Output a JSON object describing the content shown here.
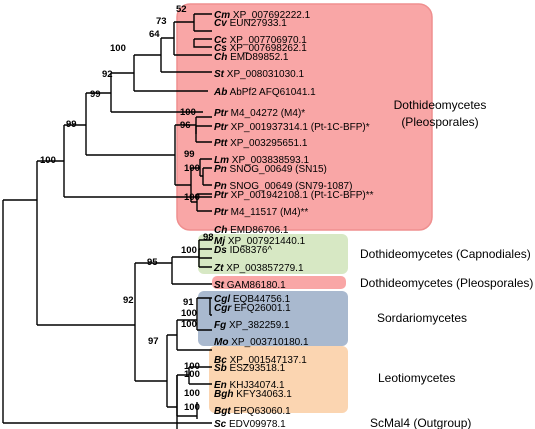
{
  "colors": {
    "pleosporales": "#f9a6a6",
    "pleosporales_border": "#ef8f8f",
    "capnodiales": "#d7e8c4",
    "sordariomycetes": "#a9b9cf",
    "leotiomycetes": "#fbd5b1"
  },
  "leaves": [
    {
      "genus": "Cm",
      "acc": "XP_007692222.1"
    },
    {
      "genus": "Cv",
      "acc": "EUN27933.1"
    },
    {
      "genus": "Cc",
      "acc": "XP_007706970.1"
    },
    {
      "genus": "Cs",
      "acc": "XP_007698262.1"
    },
    {
      "genus": "Ch",
      "acc": "EMD89852.1"
    },
    {
      "genus": "St",
      "acc": "XP_008031030.1"
    },
    {
      "genus": "Ab",
      "acc": "AbPf2 AFQ61041.1"
    },
    {
      "genus": "Ptr",
      "acc": "M4_04272 (M4)*"
    },
    {
      "genus": "Ptr",
      "acc": "XP_001937314.1 (Pt-1C-BFP)*"
    },
    {
      "genus": "Ptt",
      "acc": "XP_003295651.1"
    },
    {
      "genus": "Lm",
      "acc": "XP_003838593.1"
    },
    {
      "genus": "Pn",
      "acc": "SNOG_00649 (SN15)"
    },
    {
      "genus": "Pn",
      "acc": "SNOG_00649 (SN79-1087)"
    },
    {
      "genus": "Ptr",
      "acc": "XP_001942108.1 (Pt-1C-BFP)**"
    },
    {
      "genus": "Ptr",
      "acc": "M4_11517 (M4)**"
    },
    {
      "genus": "Ch",
      "acc": "EMD86706.1"
    },
    {
      "genus": "Mj",
      "acc": "XP_007921440.1"
    },
    {
      "genus": "Ds",
      "acc": "ID68376^"
    },
    {
      "genus": "Zt",
      "acc": "XP_003857279.1"
    },
    {
      "genus": "St",
      "acc": "GAM86180.1"
    },
    {
      "genus": "Cgl",
      "acc": "EQB44756.1"
    },
    {
      "genus": "Cgr",
      "acc": "EFQ26001.1"
    },
    {
      "genus": "Fg",
      "acc": "XP_382259.1"
    },
    {
      "genus": "Mo",
      "acc": "XP_003710180.1"
    },
    {
      "genus": "Bc",
      "acc": "XP_001547137.1"
    },
    {
      "genus": "Sb",
      "acc": "ESZ93518.1"
    },
    {
      "genus": "En",
      "acc": "KHJ34074.1"
    },
    {
      "genus": "Bgh",
      "acc": "KFY34063.1"
    },
    {
      "genus": "Bgt",
      "acc": "EPQ63060.1"
    },
    {
      "genus": "Sc",
      "acc": "EDV09978.1"
    }
  ],
  "bootstrap": [
    "52",
    "73",
    "64",
    "100",
    "92",
    "99",
    "99",
    "100",
    "100",
    "96",
    "99",
    "100",
    "100",
    "98",
    "100",
    "95",
    "92",
    "91",
    "100",
    "100",
    "97",
    "100",
    "100",
    "100",
    "100"
  ],
  "groups": [
    {
      "line1": "Dothideomycetes",
      "line2": "(Pleosporales)"
    },
    {
      "line1": "Dothideomycetes (Capnodiales)",
      "line2": ""
    },
    {
      "line1": "Dothideomycetes (Pleosporales)",
      "line2": ""
    },
    {
      "line1": "Sordariomycetes",
      "line2": ""
    },
    {
      "line1": "Leotiomycetes",
      "line2": ""
    },
    {
      "line1": "ScMal4 (Outgroup)",
      "line2": ""
    }
  ]
}
